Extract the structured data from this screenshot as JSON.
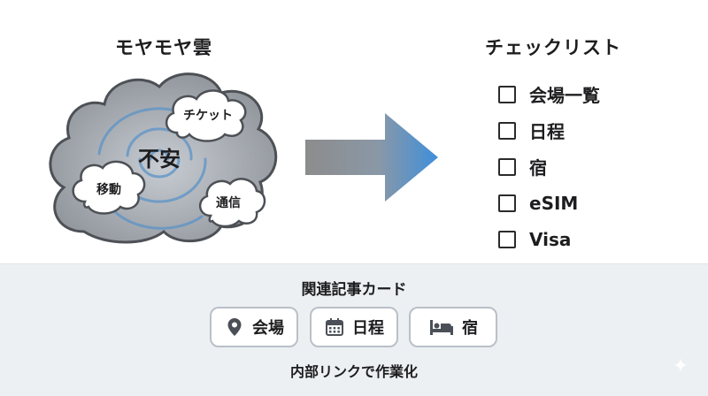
{
  "left": {
    "title": "モヤモヤ雲",
    "center_label": "不安",
    "bubbles": [
      "チケット",
      "移動",
      "通信"
    ]
  },
  "arrow": {
    "icon": "right-arrow-icon",
    "gradient_from": "#8c8c8c",
    "gradient_to": "#4a90d9"
  },
  "right": {
    "title": "チェックリスト",
    "items": [
      "会場一覧",
      "日程",
      "宿",
      "eSIM",
      "Visa"
    ]
  },
  "bottom": {
    "title": "関連記事カード",
    "cards": [
      {
        "icon": "map-pin-icon",
        "label": "会場"
      },
      {
        "icon": "calendar-icon",
        "label": "日程"
      },
      {
        "icon": "bed-icon",
        "label": "宿"
      }
    ],
    "note": "内部リンクで作業化"
  },
  "colors": {
    "cloud_gray": "#9fa3a8",
    "cloud_outline": "#4d5156",
    "swirl_blue": "#5b93c7",
    "bottom_bg": "#edf0f3",
    "card_border": "#b9c0c8"
  }
}
